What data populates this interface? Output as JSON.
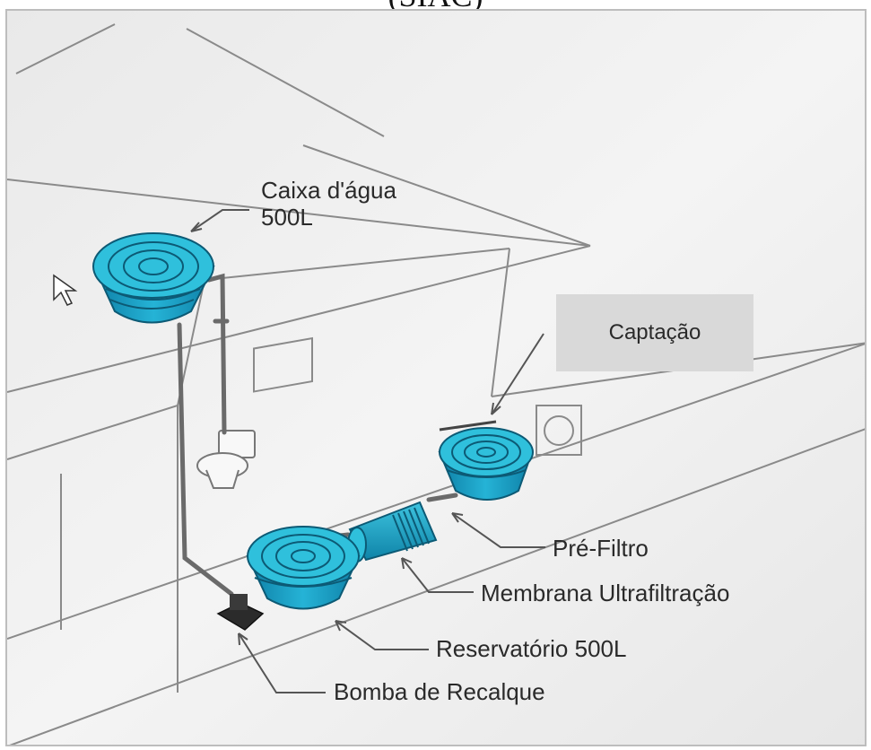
{
  "caption_top": "(SIAC)",
  "diagram": {
    "labels": {
      "caixa_line1": "Caixa d'água",
      "caixa_line2": "500L",
      "captacao": "Captação",
      "pre_filtro": "Pré-Filtro",
      "membrana": "Membrana Ultrafiltração",
      "reservatorio": "Reservatório 500L",
      "bomba": "Bomba de Recalque"
    }
  },
  "colors": {
    "tank_fill": "#1aa3c9",
    "tank_top": "#2fc0dc",
    "tank_lines": "#0c5a75",
    "sketch_lines": "#8a8a8a",
    "label_box": "#d9d9d9",
    "text": "#2a2a2a"
  }
}
